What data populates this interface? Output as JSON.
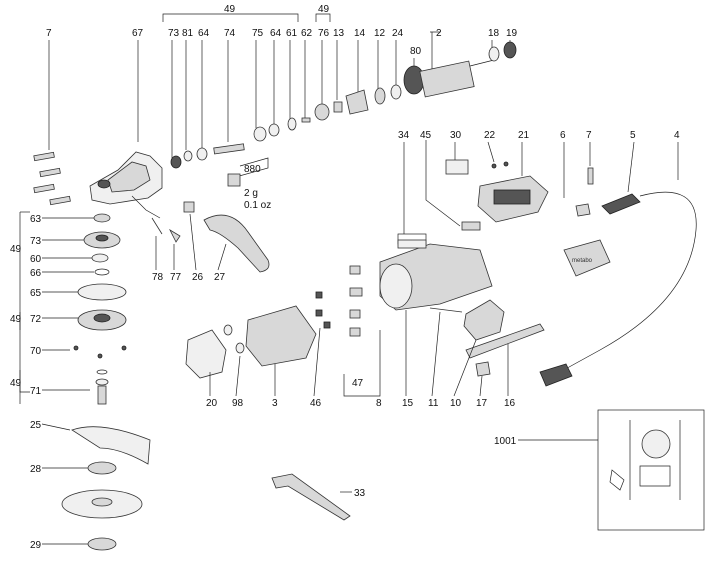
{
  "labels": {
    "p49a": "49",
    "p62": "62",
    "p49b": "49",
    "p13": "13",
    "p7a": "7",
    "p67": "67",
    "p73a": "73",
    "p81": "81",
    "p64a": "64",
    "p74": "74",
    "p75": "75",
    "p64b": "64",
    "p61": "61",
    "p76": "76",
    "p14": "14",
    "p12": "12",
    "p24": "24",
    "p2": "2",
    "p80": "80",
    "p18": "18",
    "p19": "19",
    "p34": "34",
    "p45": "45",
    "p30": "30",
    "p22": "22",
    "p21": "21",
    "p6": "6",
    "p7b": "7",
    "p5": "5",
    "p4": "4",
    "p880": "880",
    "weight1": "2 g",
    "weight2": "0.1 oz",
    "p63": "63",
    "p49c": "49",
    "p73b": "73",
    "p60": "60",
    "p66": "66",
    "p65": "65",
    "p49d": "49",
    "p72": "72",
    "p70": "70",
    "p49e": "49",
    "p71": "71",
    "p25": "25",
    "p28": "28",
    "p29": "29",
    "p78": "78",
    "p77": "77",
    "p26": "26",
    "p27": "27",
    "p20": "20",
    "p98": "98",
    "p3": "3",
    "p46": "46",
    "p47": "47",
    "p8": "8",
    "p15": "15",
    "p11": "11",
    "p10": "10",
    "p17": "17",
    "p16": "16",
    "p1001": "1001",
    "p33": "33"
  },
  "brand": "metabo"
}
